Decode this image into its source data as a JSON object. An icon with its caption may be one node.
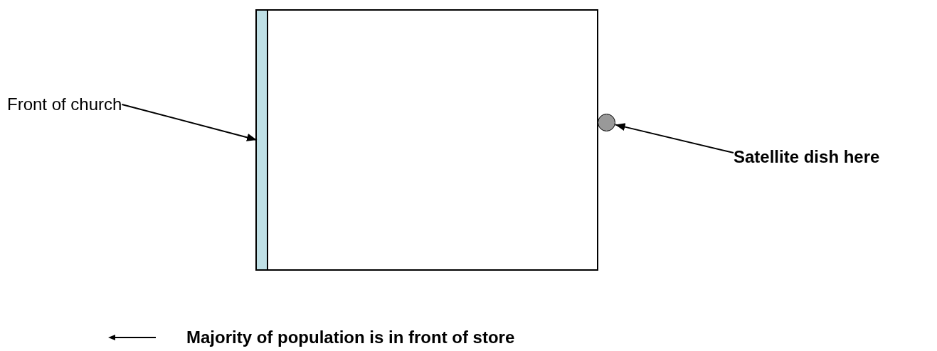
{
  "diagram": {
    "nodes": [
      {
        "text": [
          "Front of church"
        ]
      },
      {
        "text": [],
        "shape": "box"
      },
      {
        "text": [],
        "shape": "bar",
        "in": 1
      },
      {
        "text": [],
        "shape": "circle"
      },
      {
        "text": [
          "Satellite dish here"
        ]
      }
    ],
    "edges": [
      {
        "from": 0,
        "to": 2,
        "arrow": "to"
      },
      {
        "from": 4,
        "to": 3,
        "arrow": "to"
      }
    ],
    "labels": [
      "Majority of population is in front of store"
    ]
  }
}
